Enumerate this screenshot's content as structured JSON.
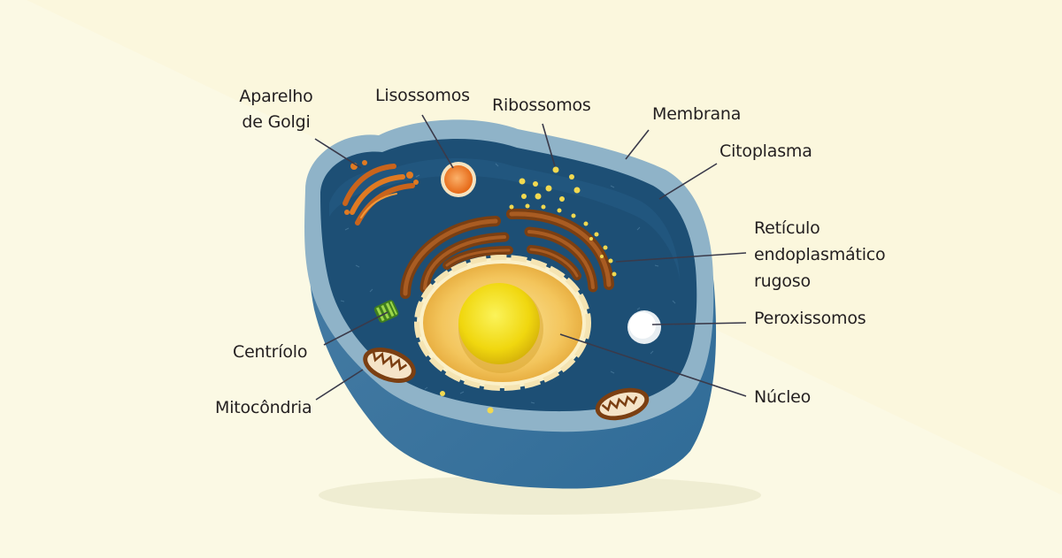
{
  "labels": {
    "golgi": "Aparelho\nde Golgi",
    "lysosomes": "Lisossomos",
    "ribosomes": "Ribossomos",
    "membrane": "Membrana",
    "cytoplasm": "Citoplasma",
    "rough_er": "Retículo\nendoplasmático\nrugoso",
    "peroxisomes": "Peroxissomos",
    "nucleus": "Núcleo",
    "centriole": "Centríolo",
    "mitochondria": "Mitocôndria"
  },
  "colors": {
    "background": "#fbf9e4",
    "membrane": "#6f98b5",
    "cytoplasm": "#1d4f75",
    "nucleus": "#f0c45c",
    "nucleolus": "#f2df10",
    "organelle_brown": "#8a4a1a",
    "ribosome": "#f5dd55",
    "lysosome": "#f07a20",
    "centriole": "#5aa02c",
    "leader_line": "#3a3a4a"
  }
}
